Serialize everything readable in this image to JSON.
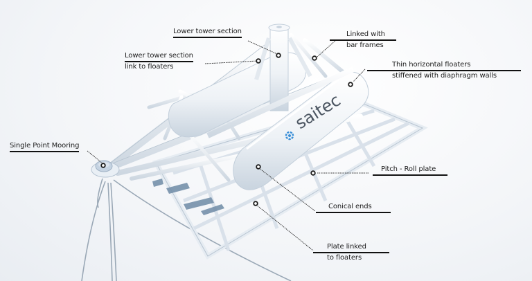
{
  "diagram": {
    "brand": "saitec",
    "brand_color": "#3a8fd8",
    "structure_color": "#e8eef4",
    "shadow_color": "#6f8ba6",
    "labels": [
      {
        "id": "lower-tower-section",
        "line1": "Lower tower section",
        "line2": ""
      },
      {
        "id": "lower-tower-link",
        "line1": "Lower tower section",
        "line2": "link to floaters"
      },
      {
        "id": "linked-bar-frames",
        "line1": "Linked with",
        "line2": "bar frames"
      },
      {
        "id": "thin-floaters",
        "line1": "Thin horizontal floaters",
        "line2": "stiffened with diaphragm walls"
      },
      {
        "id": "single-point-mooring",
        "line1": "Single Point Mooring",
        "line2": ""
      },
      {
        "id": "pitch-roll-plate",
        "line1": "Pitch - Roll plate",
        "line2": ""
      },
      {
        "id": "conical-ends",
        "line1": "Conical ends",
        "line2": ""
      },
      {
        "id": "plate-linked",
        "line1": "Plate linked",
        "line2": "to floaters"
      }
    ]
  }
}
